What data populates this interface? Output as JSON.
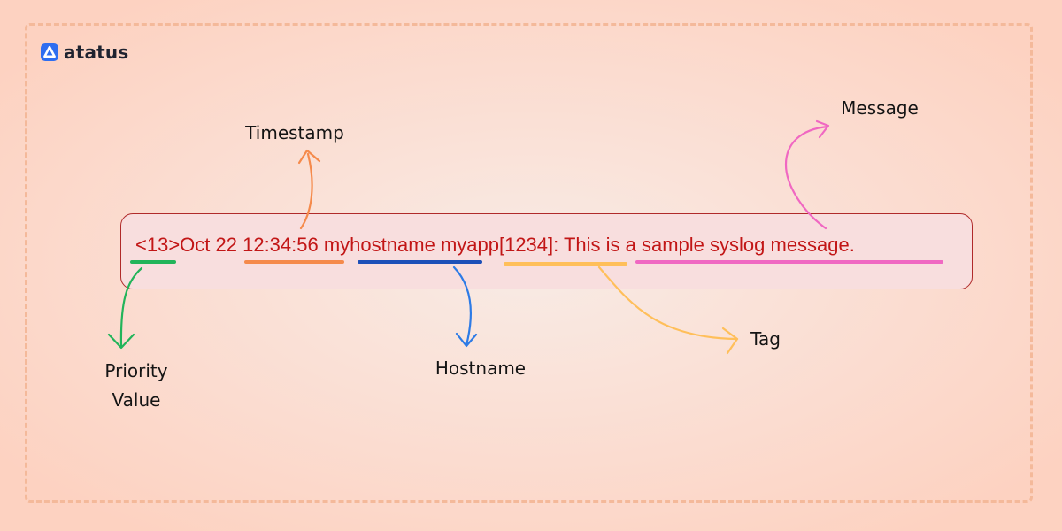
{
  "brand": {
    "name": "atatus",
    "icon": "atatus-logo-icon",
    "color": "#2f6ef0"
  },
  "log": {
    "segments": [
      {
        "key": "priority",
        "text": "<13>"
      },
      {
        "key": "oct",
        "text": "Oct 22 "
      },
      {
        "key": "time",
        "text": "12:34:56"
      },
      {
        "key": "sp1",
        "text": " "
      },
      {
        "key": "host",
        "text": "myhostname"
      },
      {
        "key": "sp2",
        "text": " "
      },
      {
        "key": "tag",
        "text": "myapp[1234]:"
      },
      {
        "key": "sp3",
        "text": " "
      },
      {
        "key": "message",
        "text": "This is a sample syslog message."
      }
    ],
    "text_color": "#c21616"
  },
  "labels": {
    "timestamp": "Timestamp",
    "message": "Message",
    "priority_line1": "Priority",
    "priority_line2": "Value",
    "hostname": "Hostname",
    "tag": "Tag"
  },
  "colors": {
    "priority": "#22b45a",
    "timestamp": "#f58a4b",
    "hostname": "#1d4fb8",
    "tag": "#ffbf5a",
    "message": "#f068c2",
    "hostname_arrow": "#2d7be6",
    "border": "#f4b99a"
  }
}
